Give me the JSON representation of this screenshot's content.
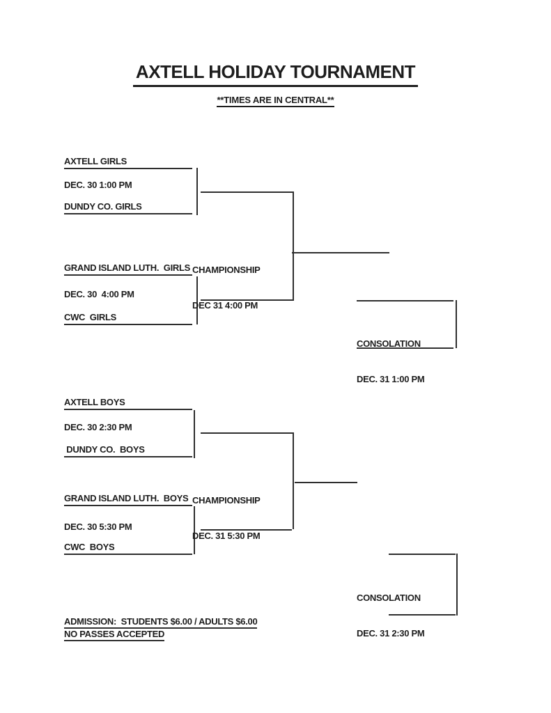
{
  "header": {
    "title": "AXTELL HOLIDAY TOURNAMENT",
    "subtitle": "**TIMES ARE IN CENTRAL**"
  },
  "girls": {
    "game1": {
      "team_top": "AXTELL GIRLS",
      "time": "DEC. 30 1:00 PM",
      "team_bottom": "DUNDY CO. GIRLS"
    },
    "game2": {
      "team_top": "GRAND ISLAND LUTH.  GIRLS",
      "time": "DEC. 30  4:00 PM",
      "team_bottom": "CWC  GIRLS"
    },
    "championship": {
      "label": "CHAMPIONSHIP",
      "time": "DEC 31 4:00 PM"
    },
    "consolation": {
      "label": "CONSOLATION",
      "time": "DEC. 31 1:00 PM"
    }
  },
  "boys": {
    "game1": {
      "team_top": "AXTELL BOYS",
      "time": "DEC. 30 2:30 PM",
      "team_bottom": " DUNDY CO.  BOYS"
    },
    "game2": {
      "team_top": "GRAND ISLAND LUTH.  BOYS",
      "time": "DEC. 30 5:30 PM",
      "team_bottom": "CWC  BOYS"
    },
    "championship": {
      "label": "CHAMPIONSHIP",
      "time": "DEC. 31 5:30 PM"
    },
    "consolation": {
      "label": "CONSOLATION",
      "time": "DEC. 31 2:30 PM"
    }
  },
  "footer": {
    "admission": "ADMISSION:  STUDENTS $6.00 / ADULTS $6.00",
    "no_passes": "NO PASSES ACCEPTED"
  }
}
